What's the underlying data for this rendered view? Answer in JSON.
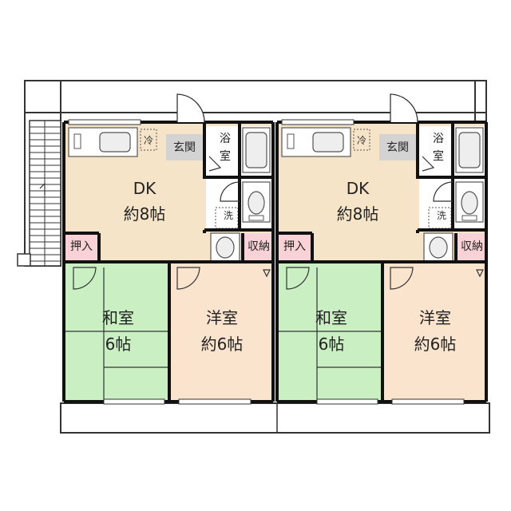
{
  "colors": {
    "dk": "#f6e4c8",
    "washitsu": "#c9efc3",
    "youshitsu": "#fbe4cd",
    "storage": "#f8d2d6",
    "genkan": "#d3d3d3",
    "wall": "#111111",
    "fixture": "#eeeeee"
  },
  "units": [
    {
      "dk_name": "DK",
      "dk_size": "約8帖",
      "fridge": "冷",
      "genkan": "玄関",
      "bath": "浴室",
      "washer": "洗",
      "oshiire": "押入",
      "shuno": "収納",
      "washitsu_name": "和室",
      "washitsu_size": "6帖",
      "youshitsu_name": "洋室",
      "youshitsu_size": "約6帖"
    },
    {
      "dk_name": "DK",
      "dk_size": "約8帖",
      "fridge": "冷",
      "genkan": "玄関",
      "bath": "浴室",
      "washer": "洗",
      "oshiire": "押入",
      "shuno": "収納",
      "washitsu_name": "和室",
      "washitsu_size": "6帖",
      "youshitsu_name": "洋室",
      "youshitsu_size": "約6帖"
    }
  ]
}
